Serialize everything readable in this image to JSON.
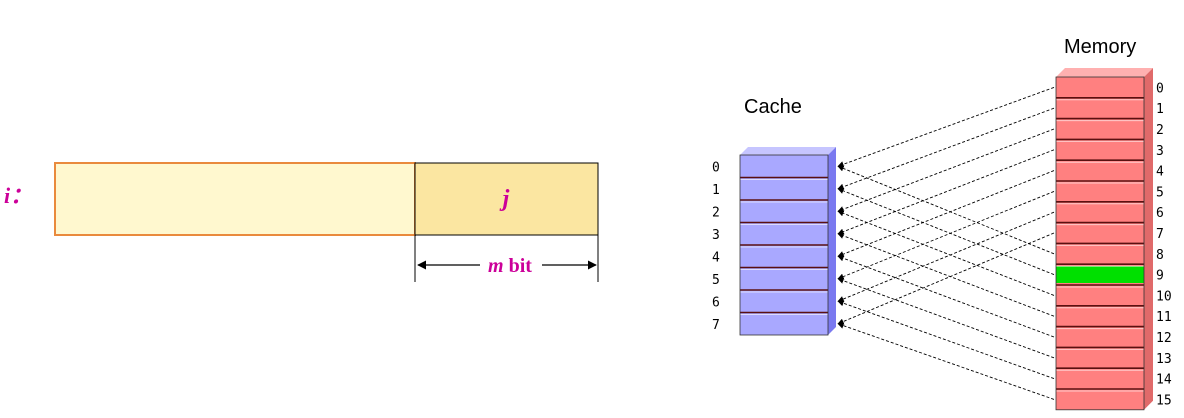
{
  "address": {
    "prefix_label": "i：",
    "field_label": "j",
    "width_var": "m",
    "width_unit": "bit",
    "left_fill": "#fff8cf",
    "right_fill": "#fbe6a1",
    "border_color": "#e98a3d",
    "accent": "#cc0099"
  },
  "cache": {
    "title": "Cache",
    "lines": [
      "0",
      "1",
      "2",
      "3",
      "4",
      "5",
      "6",
      "7"
    ],
    "front_color": "#a9a8ff",
    "side_color": "#7a79f0",
    "top_color": "#c6c5ff"
  },
  "memory": {
    "title": "Memory",
    "blocks": [
      "0",
      "1",
      "2",
      "3",
      "4",
      "5",
      "6",
      "7",
      "8",
      "9",
      "10",
      "11",
      "12",
      "13",
      "14",
      "15"
    ],
    "front_color": "#ff8080",
    "side_color": "#e06a6a",
    "top_color": "#ffb0b0",
    "highlighted_block": 9,
    "highlight_color": "#00e000"
  }
}
